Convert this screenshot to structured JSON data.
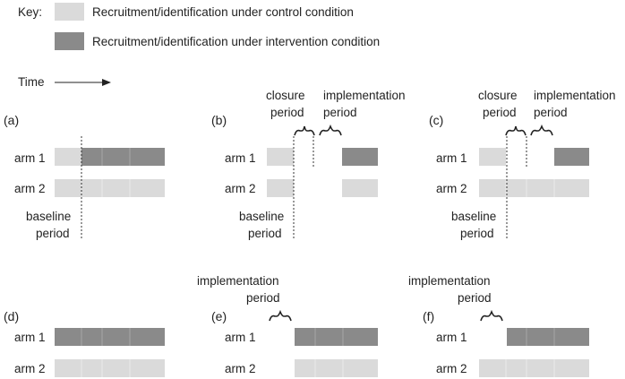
{
  "colors": {
    "control": "#dadada",
    "intervention": "#8a8a8a",
    "block_divider": "#a5a5a5",
    "text": "#222222"
  },
  "key": {
    "title": "Key:",
    "control_label": "Recruitment/identification under control condition",
    "intervention_label": "Recruitment/identification under intervention condition"
  },
  "time_label": "Time",
  "arm_labels": [
    "arm 1",
    "arm 2"
  ],
  "panels": [
    {
      "label": "(a)",
      "annotations": {
        "baseline": [
          "baseline",
          "period"
        ]
      },
      "arm1": [
        "control",
        "intervention",
        "intervention",
        "intervention"
      ],
      "arm2": [
        "control",
        "control",
        "control",
        "control"
      ]
    },
    {
      "label": "(b)",
      "annotations": {
        "closure": [
          "closure",
          "period"
        ],
        "implementation": [
          "implementation",
          "period"
        ],
        "baseline": [
          "baseline",
          "period"
        ]
      },
      "arm1": [
        "control",
        "gap",
        "intervention"
      ],
      "arm2": [
        "control",
        "gap",
        "control"
      ]
    },
    {
      "label": "(c)",
      "annotations": {
        "closure": [
          "closure",
          "period"
        ],
        "implementation": [
          "implementation",
          "period"
        ],
        "baseline": [
          "baseline",
          "period"
        ]
      },
      "arm1": [
        "control",
        "gap",
        "intervention"
      ],
      "arm2": [
        "control",
        "control",
        "control",
        "control"
      ]
    },
    {
      "label": "(d)",
      "annotations": {},
      "arm1": [
        "intervention",
        "intervention",
        "intervention",
        "intervention"
      ],
      "arm2": [
        "control",
        "control",
        "control",
        "control"
      ]
    },
    {
      "label": "(e)",
      "annotations": {
        "implementation": [
          "implementation",
          "period"
        ]
      },
      "arm1": [
        "gap",
        "intervention",
        "intervention",
        "intervention"
      ],
      "arm2": [
        "gap",
        "control",
        "control",
        "control"
      ]
    },
    {
      "label": "(f)",
      "annotations": {
        "implementation": [
          "implementation",
          "period"
        ]
      },
      "arm1": [
        "gap",
        "intervention",
        "intervention",
        "intervention"
      ],
      "arm2": [
        "control",
        "control",
        "control",
        "control"
      ]
    }
  ]
}
